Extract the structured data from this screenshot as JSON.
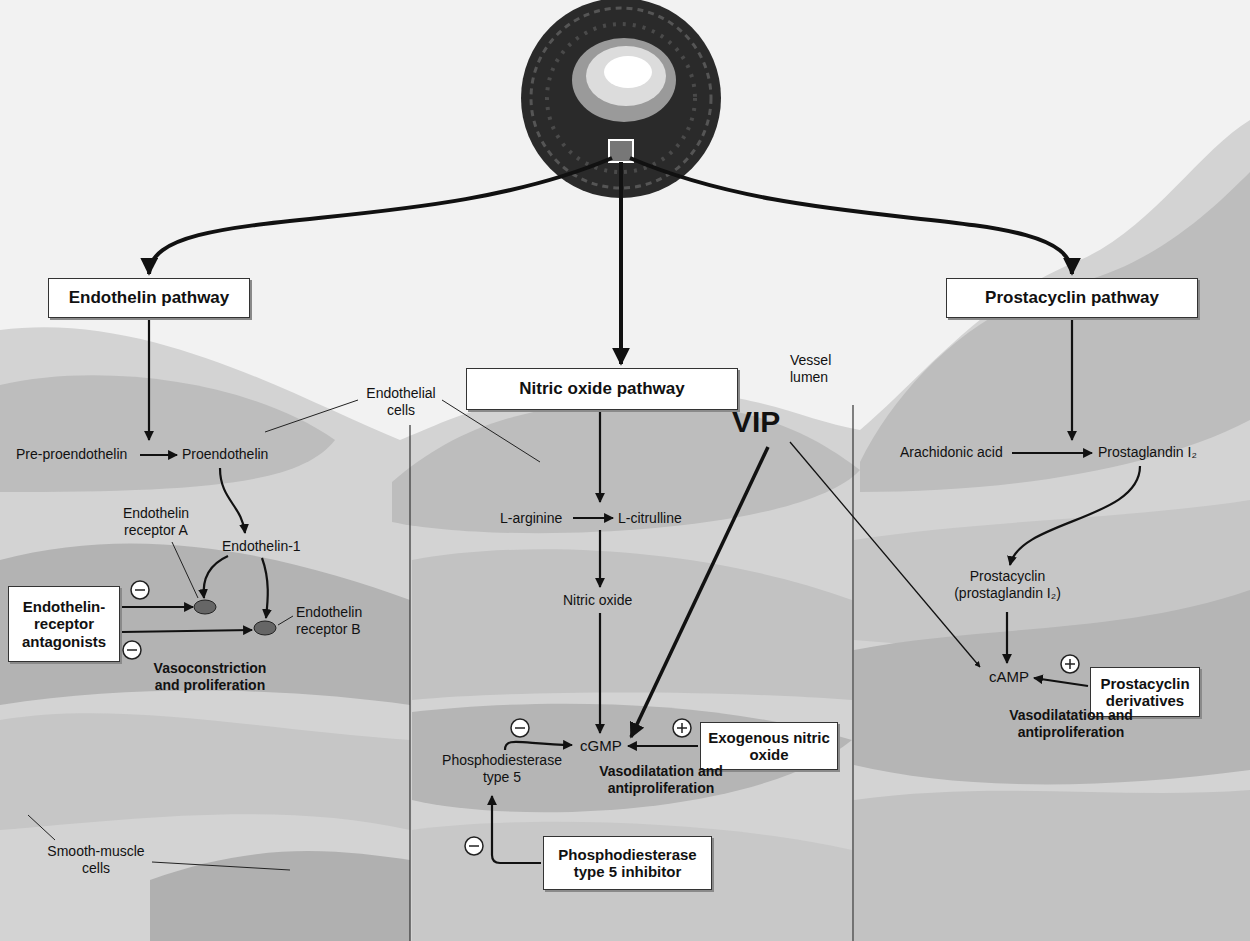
{
  "diagram": {
    "nodes": [
      {
        "text": [
          "Endothelin pathway"
        ]
      },
      {
        "text": [
          "Nitric oxide pathway"
        ]
      },
      {
        "text": [
          "Prostacyclin pathway"
        ]
      },
      {
        "text": [
          "Endothelin-receptor antagonists"
        ]
      },
      {
        "text": [
          "Exogenous nitric oxide"
        ]
      },
      {
        "text": [
          "Prostacyclin derivatives"
        ]
      },
      {
        "text": [
          "Phosphodiesterase type 5 inhibitor"
        ]
      }
    ],
    "labels": [
      "Vessel lumen",
      "Endothelial cells",
      "Pre-proendothelin",
      "Proendothelin",
      "L-arginine",
      "L-citrulline",
      "VIP",
      "Arachidonic acid",
      "Prostaglandin I₂",
      "Endothelin receptor A",
      "Endothelin-1",
      "Nitric oxide",
      "Prostacyclin (prostaglandin I₂)",
      "cAMP",
      "Endothelin receptor B",
      "Vasoconstriction and proliferation",
      "cGMP",
      "Phosphodiesterase type 5",
      "Vasodilatation and antiproliferation",
      "Vasodilatation and antiproliferation",
      "Smooth-muscle cells"
    ]
  }
}
